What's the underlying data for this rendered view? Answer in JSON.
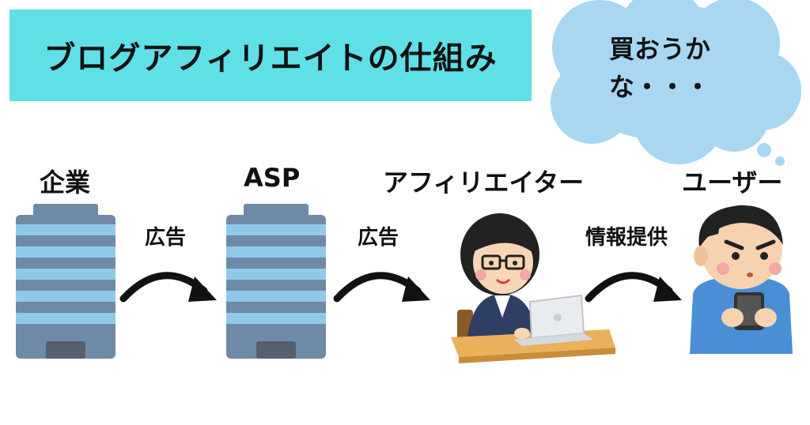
{
  "title": "ブログアフィリエイトの仕組み",
  "thought": {
    "line1": "買おうか",
    "line2": "な・・・"
  },
  "nodes": {
    "company": "企業",
    "asp": "ASP",
    "affiliate": "アフィリエイター",
    "user": "ユーザー"
  },
  "arrows": {
    "ad1": "広告",
    "ad2": "広告",
    "info": "情報提供"
  },
  "colors": {
    "title_bg": "#5fe0e6",
    "cloud": "#a9d7f2",
    "building_light": "#8fc9ea",
    "building_dark": "#6e8aa6"
  },
  "icons": {
    "company": "office-building-icon",
    "asp": "office-building-icon",
    "affiliate": "woman-laptop-icon",
    "user": "man-smartphone-icon"
  }
}
